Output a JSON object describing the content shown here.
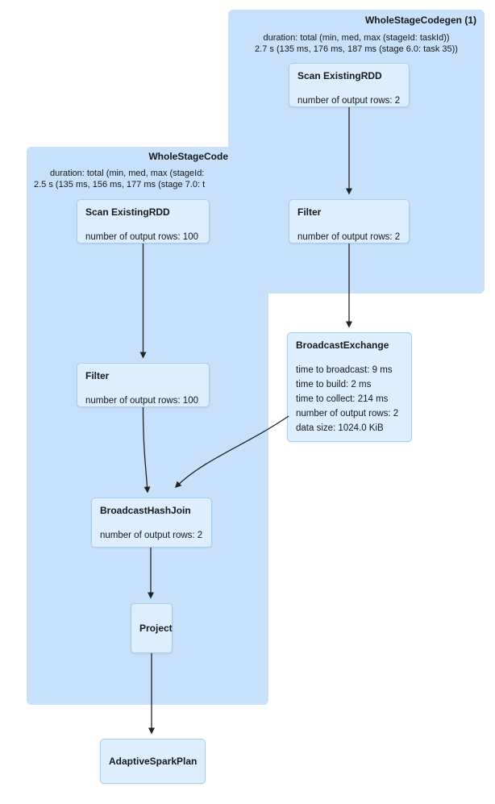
{
  "colors": {
    "cluster-fill": "#c7e1fa",
    "node-fill": "#ddeffe",
    "node-border": "#a3d0f0",
    "edge": "#222222",
    "text": "#15181c"
  },
  "cluster1": {
    "title": "WholeStageCodegen (1)",
    "duration_line1": "duration: total (min, med, max (stageId: taskId))",
    "duration_line2": "2.7 s (135 ms, 176 ms, 187 ms (stage 6.0: task 35))"
  },
  "cluster2": {
    "title": "WholeStageCode",
    "duration_line1": "duration: total (min, med, max (stageId:",
    "duration_line2": "2.5 s (135 ms, 156 ms, 177 ms (stage 7.0: t"
  },
  "nodes": {
    "scan1": {
      "title": "Scan ExistingRDD",
      "metric1": "number of output rows: 2"
    },
    "filter1": {
      "title": "Filter",
      "metric1": "number of output rows: 2"
    },
    "scan2": {
      "title": "Scan ExistingRDD",
      "metric1": "number of output rows: 100"
    },
    "filter2": {
      "title": "Filter",
      "metric1": "number of output rows: 100"
    },
    "broadcast_exchange": {
      "title": "BroadcastExchange",
      "metric1": "time to broadcast: 9 ms",
      "metric2": "time to build: 2 ms",
      "metric3": "time to collect: 214 ms",
      "metric4": "number of output rows: 2",
      "metric5": "data size: 1024.0 KiB"
    },
    "broadcast_hash_join": {
      "title": "BroadcastHashJoin",
      "metric1": "number of output rows: 2"
    },
    "project": {
      "title": "Project"
    },
    "adaptive_spark_plan": {
      "title": "AdaptiveSparkPlan"
    }
  }
}
